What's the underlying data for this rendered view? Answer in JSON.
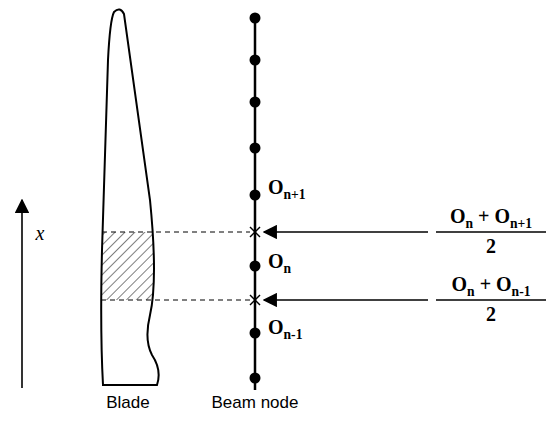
{
  "diagram": {
    "labels": [
      "x",
      "Blade",
      "Beam node",
      "On+1",
      "On",
      "On-1",
      "On + On+1",
      "2",
      "On + On-1",
      "2"
    ]
  }
}
